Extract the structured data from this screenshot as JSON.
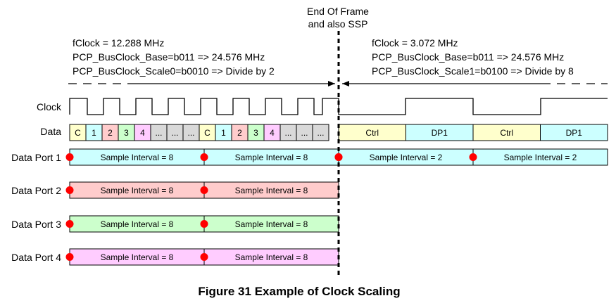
{
  "eof": {
    "line1": "End Of Frame",
    "line2": "and also SSP"
  },
  "left_params": {
    "fclock": "fClock = 12.288 MHz",
    "base": "PCP_BusClock_Base=b011 => 24.576 MHz",
    "scale": "PCP_BusClock_Scale0=b0010 => Divide by 2"
  },
  "right_params": {
    "fclock": "fClock = 3.072 MHz",
    "base": "PCP_BusClock_Base=b011 => 24.576 MHz",
    "scale": "PCP_BusClock_Scale1=b0100 => Divide by 8"
  },
  "row_labels": {
    "clock": "Clock",
    "data": "Data",
    "dp1": "Data Port 1",
    "dp2": "Data Port 2",
    "dp3": "Data Port 3",
    "dp4": "Data Port 4"
  },
  "data_cells_left": [
    "C",
    "1",
    "2",
    "3",
    "4",
    "...",
    "...",
    "...",
    "C",
    "1",
    "2",
    "3",
    "4",
    "...",
    "...",
    "..."
  ],
  "data_cells_right": [
    "Ctrl",
    "DP1",
    "Ctrl",
    "DP1"
  ],
  "intervals": {
    "dp1": [
      "Sample Interval = 8",
      "Sample Interval = 8",
      "Sample Interval = 2",
      "Sample Interval = 2"
    ],
    "dp2": [
      "Sample Interval = 8",
      "Sample Interval = 8"
    ],
    "dp3": [
      "Sample Interval = 8",
      "Sample Interval = 8"
    ],
    "dp4": [
      "Sample Interval = 8",
      "Sample Interval = 8"
    ]
  },
  "caption": "Figure 31 Example of Clock Scaling",
  "colors": {
    "ctrl": "#FFFFCC",
    "dp1": "#CCFFFF",
    "dp2": "#FFCCCC",
    "dp3": "#CCFFCC",
    "dp4": "#FFCCFF",
    "filler": "#D9D9D9",
    "marker": "#FF0000"
  }
}
